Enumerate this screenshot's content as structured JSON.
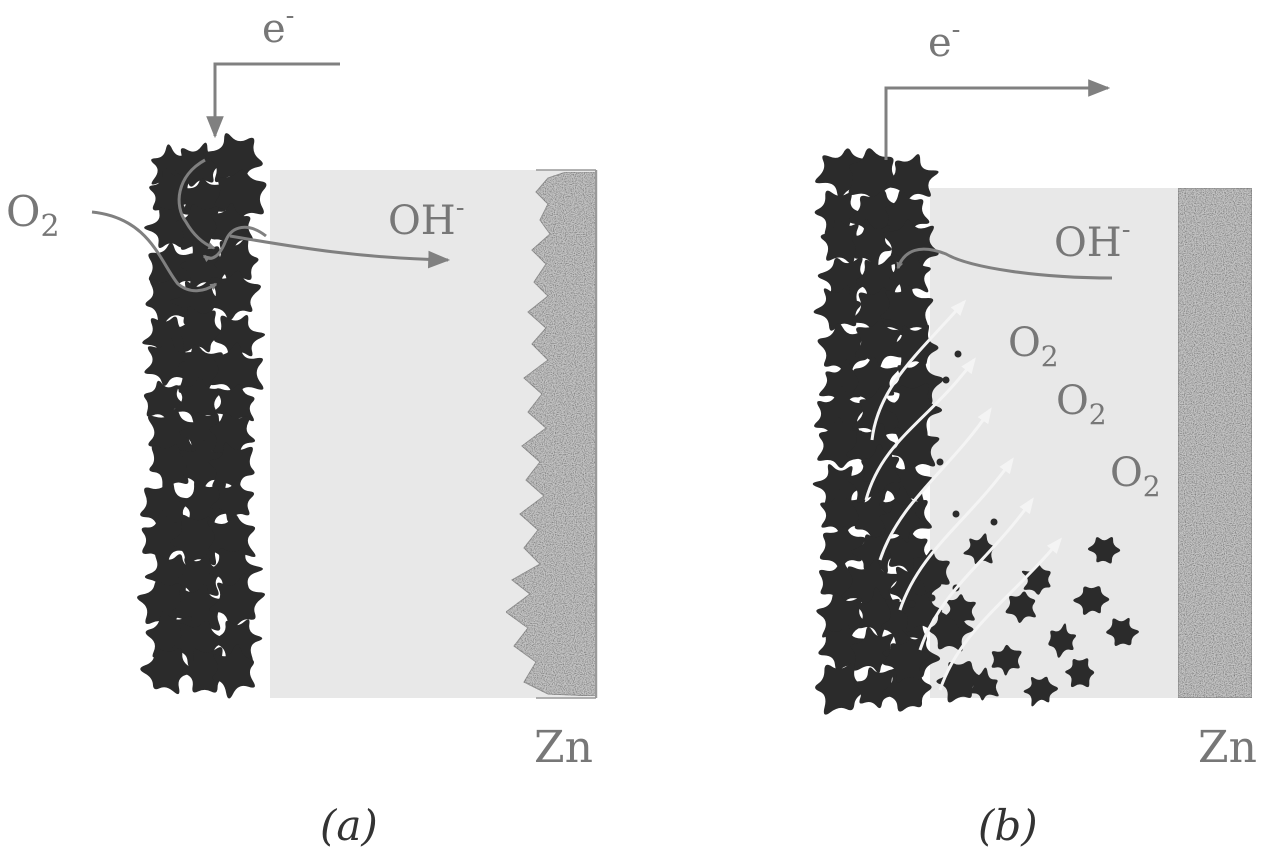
{
  "colors": {
    "electrolyte": "#e8e8e8",
    "carbon": "#2b2b2b",
    "arrow": "#808080",
    "o2_arrow": "#f4f4f4",
    "zinc": "#bdbdbd",
    "text": "#777777",
    "caption": "#333333"
  },
  "panel_a": {
    "electron": {
      "base": "e",
      "sup": "-"
    },
    "o2": {
      "base": "O",
      "sub": "2"
    },
    "hydroxide": {
      "base": "OH",
      "sup": "-"
    },
    "zinc_label": "Zn",
    "caption": "(a)"
  },
  "panel_b": {
    "electron": {
      "base": "e",
      "sup": "-"
    },
    "hydroxide": {
      "base": "OH",
      "sup": "-"
    },
    "o2_bubbles": [
      {
        "base": "O",
        "sub": "2"
      },
      {
        "base": "O",
        "sub": "2"
      },
      {
        "base": "O",
        "sub": "2"
      }
    ],
    "zinc_label": "Zn",
    "caption": "(b)"
  }
}
